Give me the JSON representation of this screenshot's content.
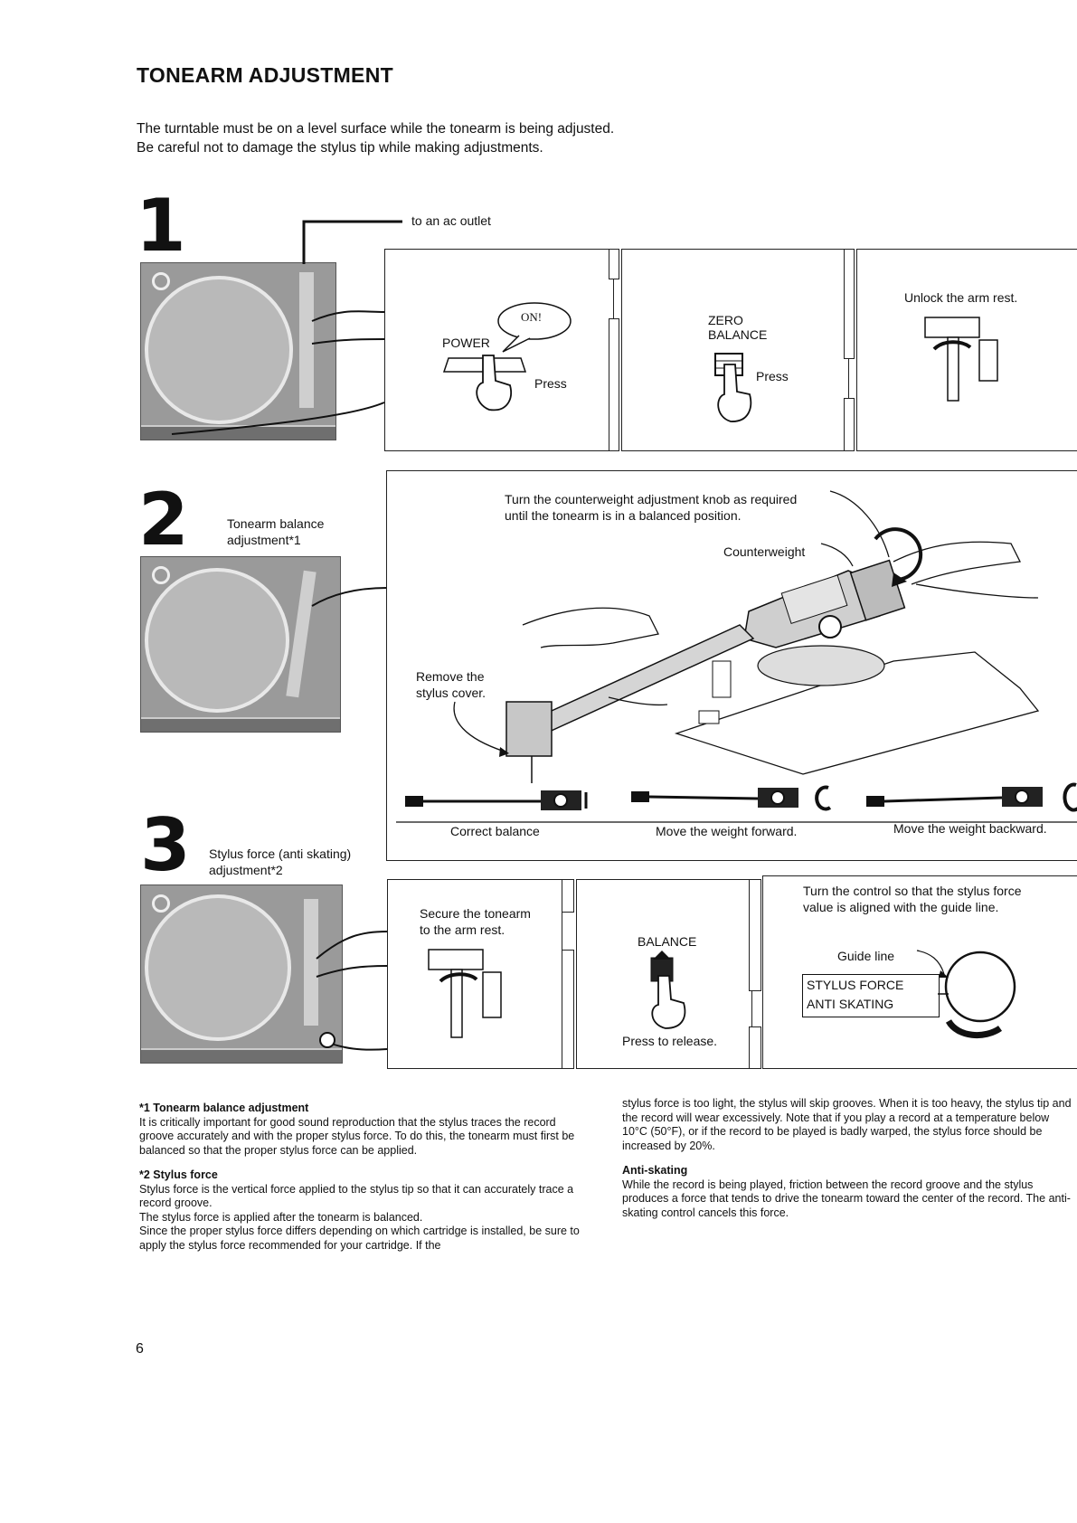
{
  "title": "TONEARM ADJUSTMENT",
  "intro": [
    "The turntable must be on a level surface while the tonearm is being adjusted.",
    "Be careful not to damage the stylus tip while making adjustments."
  ],
  "steps": {
    "one": {
      "number": "1",
      "outlet_label": "to an ac outlet",
      "panel1": {
        "power": "POWER",
        "bubble": "ON!",
        "press": "Press"
      },
      "panel2": {
        "zero": "ZERO",
        "balance": "BALANCE",
        "press": "Press"
      },
      "panel3": {
        "caption": "Unlock the arm rest."
      }
    },
    "two": {
      "number": "2",
      "label_line1": "Tonearm balance",
      "label_line2": "adjustment*1",
      "instruction_line1": "Turn the counterweight adjustment knob as required",
      "instruction_line2": "until the tonearm is in a balanced position.",
      "counterweight": "Counterweight",
      "remove_line1": "Remove the",
      "remove_line2": "stylus cover.",
      "balance_states": [
        "Correct balance",
        "Move the weight forward.",
        "Move the weight backward."
      ]
    },
    "three": {
      "number": "3",
      "label_line1": "Stylus force (anti skating)",
      "label_line2": "adjustment*2",
      "panel1": {
        "line1": "Secure the tonearm",
        "line2": "to the arm rest."
      },
      "panel2": {
        "balance": "BALANCE",
        "caption": "Press to release."
      },
      "panel3": {
        "line1": "Turn the control so that the stylus force",
        "line2": "value is aligned with the guide line.",
        "guide": "Guide line",
        "dial1": "STYLUS FORCE",
        "dial2": "ANTI SKATING"
      }
    }
  },
  "footnotes": {
    "n1_title": "*1 Tonearm balance adjustment",
    "n1_body": "It is critically important for good sound reproduction that the stylus traces the record groove accurately and with the proper stylus force. To do this, the tonearm must first be balanced so that the proper stylus force can be applied.",
    "n2_title": "*2 Stylus force",
    "n2_body1": "Stylus force is the vertical force applied to the stylus tip so that it can accurately trace a record groove.",
    "n2_body2": "The stylus force is applied after the tonearm is balanced.",
    "n2_body3": "Since the proper stylus force differs depending on which cartridge is installed, be sure to apply the stylus force recommended for your cartridge. If the",
    "right_body1": "stylus force is too light, the stylus will skip grooves. When it is too heavy, the stylus tip and the record will wear excessively. Note that if you play a record at a temperature below 10°C (50°F), or if the record to be played is badly warped, the stylus force should be increased by 20%.",
    "anti_title": "Anti-skating",
    "anti_body": "While the record is being played, friction between the record groove and the stylus produces a force that tends to drive the tonearm toward the center of the record. The anti-skating control cancels this force."
  },
  "page_number": "6"
}
